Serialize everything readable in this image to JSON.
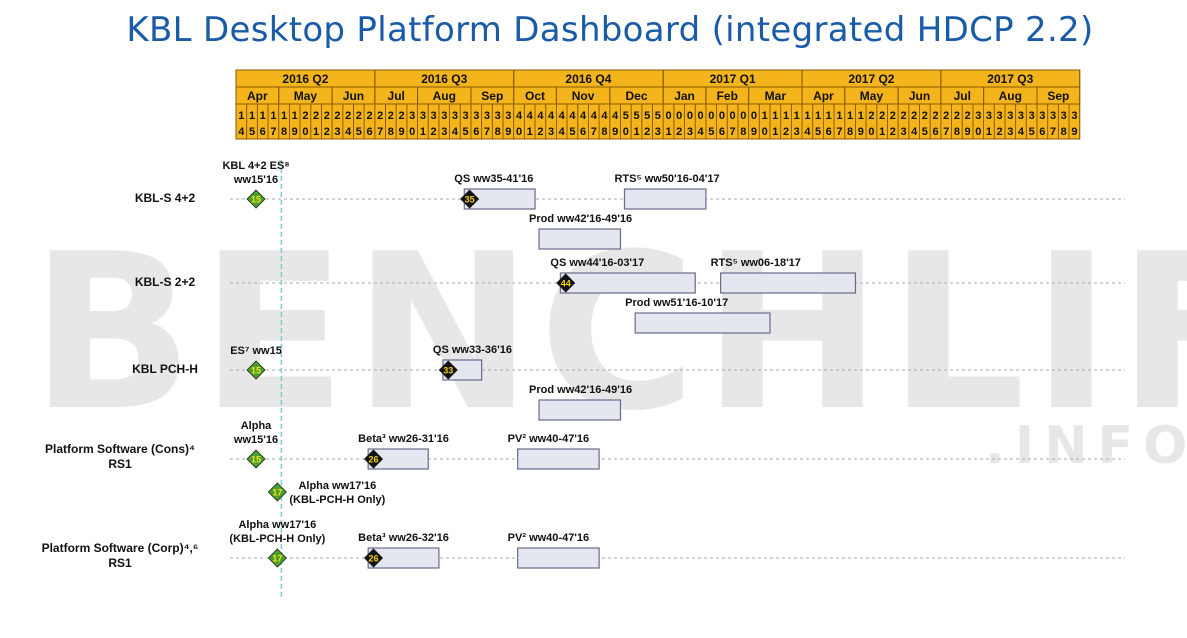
{
  "chart_data": {
    "type": "gantt",
    "title": "KBL Desktop Platform Dashboard (integrated HDCP 2.2)",
    "quarters": [
      "2016 Q2",
      "2016 Q3",
      "2016 Q4",
      "2017 Q1",
      "2017 Q2",
      "2017 Q3"
    ],
    "months": [
      "Apr",
      "May",
      "Jun",
      "Jul",
      "Aug",
      "Sep",
      "Oct",
      "Nov",
      "Dec",
      "Jan",
      "Feb",
      "Mar",
      "Apr",
      "May",
      "Jun",
      "Jul",
      "Aug",
      "Sep"
    ],
    "month_weeks": [
      4,
      5,
      4,
      4,
      5,
      4,
      4,
      5,
      5,
      4,
      4,
      5,
      4,
      5,
      4,
      4,
      5,
      4
    ],
    "week_digits_top": [
      "1",
      "1",
      "1",
      "1",
      "1",
      "1",
      "2",
      "2",
      "2",
      "2",
      "2",
      "2",
      "2",
      "2",
      "2",
      "2",
      "3",
      "3",
      "3",
      "3",
      "3",
      "3",
      "3",
      "3",
      "3",
      "3",
      "4",
      "4",
      "4",
      "4",
      "4",
      "4",
      "4",
      "4",
      "4",
      "4",
      "5",
      "5",
      "5",
      "5",
      "0",
      "0",
      "0",
      "0",
      "0",
      "0",
      "0",
      "0",
      "0",
      "1",
      "1",
      "1",
      "1",
      "1",
      "1",
      "1",
      "1",
      "1",
      "1",
      "2",
      "2",
      "2",
      "2",
      "2",
      "2",
      "2",
      "2",
      "2",
      "2",
      "3",
      "3",
      "3",
      "3",
      "3",
      "3",
      "3",
      "3",
      "3",
      "3"
    ],
    "week_digits_bottom": [
      "4",
      "5",
      "6",
      "7",
      "8",
      "9",
      "0",
      "1",
      "2",
      "3",
      "4",
      "5",
      "6",
      "7",
      "8",
      "9",
      "0",
      "1",
      "2",
      "3",
      "4",
      "5",
      "6",
      "7",
      "8",
      "9",
      "0",
      "1",
      "2",
      "3",
      "4",
      "5",
      "6",
      "7",
      "8",
      "9",
      "0",
      "1",
      "2",
      "3",
      "1",
      "2",
      "3",
      "4",
      "5",
      "6",
      "7",
      "8",
      "9",
      "0",
      "1",
      "2",
      "3",
      "4",
      "5",
      "6",
      "7",
      "8",
      "9",
      "0",
      "1",
      "2",
      "3",
      "4",
      "5",
      "6",
      "7",
      "8",
      "9",
      "0",
      "1",
      "2",
      "3",
      "4",
      "5",
      "6",
      "7",
      "8",
      "9"
    ],
    "rows": [
      {
        "label": [
          "KBL-S 4+2"
        ]
      },
      {
        "label": [
          "KBL-S 2+2"
        ]
      },
      {
        "label": [
          "KBL PCH-H"
        ]
      },
      {
        "label": [
          "Platform Software (Cons)⁴",
          "RS1"
        ]
      },
      {
        "label": [
          "Platform Software (Corp)⁴,⁶",
          "RS1"
        ]
      }
    ],
    "milestones": [
      {
        "row": 0,
        "week": "ww15'16",
        "marker": "15",
        "color": "#4aa02c",
        "label": [
          "KBL 4+2 ES⁸",
          "ww15'16"
        ]
      },
      {
        "row": 0,
        "week": "ww35'16",
        "marker": "35",
        "color": "#111111"
      },
      {
        "row": 1,
        "week": "ww44'16",
        "marker": "44",
        "color": "#111111"
      },
      {
        "row": 2,
        "week": "ww15'16",
        "marker": "15",
        "color": "#4aa02c",
        "label": [
          "ES⁷ ww15"
        ]
      },
      {
        "row": 2,
        "week": "ww33'16",
        "marker": "33",
        "color": "#111111"
      },
      {
        "row": 3,
        "week": "ww15'16",
        "marker": "15",
        "color": "#4aa02c",
        "label": [
          "Alpha",
          "ww15'16"
        ]
      },
      {
        "row": 3,
        "week": "ww26'16",
        "marker": "26",
        "color": "#111111"
      },
      {
        "row": 3,
        "week": "ww17'16",
        "marker": "17",
        "color": "#4aa02c",
        "sub": true,
        "label": [
          "Alpha  ww17'16",
          "(KBL-PCH-H Only)"
        ]
      },
      {
        "row": 4,
        "week": "ww17'16",
        "marker": "17",
        "color": "#4aa02c",
        "label": [
          "Alpha  ww17'16",
          "(KBL-PCH-H Only)"
        ]
      },
      {
        "row": 4,
        "week": "ww26'16",
        "marker": "26",
        "color": "#111111"
      }
    ],
    "bars": [
      {
        "row": 0,
        "label": "QS ww35-41'16",
        "start": "ww35'16",
        "end": "ww41'16"
      },
      {
        "row": 0,
        "label": "RTS⁵  ww50'16-04'17",
        "start": "ww50'16",
        "end": "ww04'17"
      },
      {
        "row": 0,
        "label": "Prod ww42'16-49'16",
        "start": "ww42'16",
        "end": "ww49'16",
        "sub": true
      },
      {
        "row": 1,
        "label": "QS ww44'16-03'17",
        "start": "ww44'16",
        "end": "ww03'17"
      },
      {
        "row": 1,
        "label": "RTS⁵  ww06-18'17",
        "start": "ww06'17",
        "end": "ww18'17"
      },
      {
        "row": 1,
        "label": "Prod ww51'16-10'17",
        "start": "ww51'16",
        "end": "ww10'17",
        "sub": true
      },
      {
        "row": 2,
        "label": "QS ww33-36'16",
        "start": "ww33'16",
        "end": "ww36'16"
      },
      {
        "row": 2,
        "label": "Prod ww42'16-49'16",
        "start": "ww42'16",
        "end": "ww49'16",
        "sub": true
      },
      {
        "row": 3,
        "label": "Beta³ ww26-31'16",
        "start": "ww26'16",
        "end": "ww31'16"
      },
      {
        "row": 3,
        "label": "PV² ww40-47'16",
        "start": "ww40'16",
        "end": "ww47'16"
      },
      {
        "row": 4,
        "label": "Beta³ ww26-32'16",
        "start": "ww26'16",
        "end": "ww32'16"
      },
      {
        "row": 4,
        "label": "PV² ww40-47'16",
        "start": "ww40'16",
        "end": "ww47'16"
      }
    ],
    "today_line": "ww17'16"
  },
  "watermark": {
    "main": "BENCHLIFE",
    "sub": ".INFO"
  },
  "colors": {
    "title": "#1a5ba8",
    "header_fill": "#f4b41c",
    "header_border": "#8a5a00",
    "bar_fill": "#e4e6f0",
    "bar_border": "#6a6a8a",
    "today_line": "#7ec8d8"
  }
}
